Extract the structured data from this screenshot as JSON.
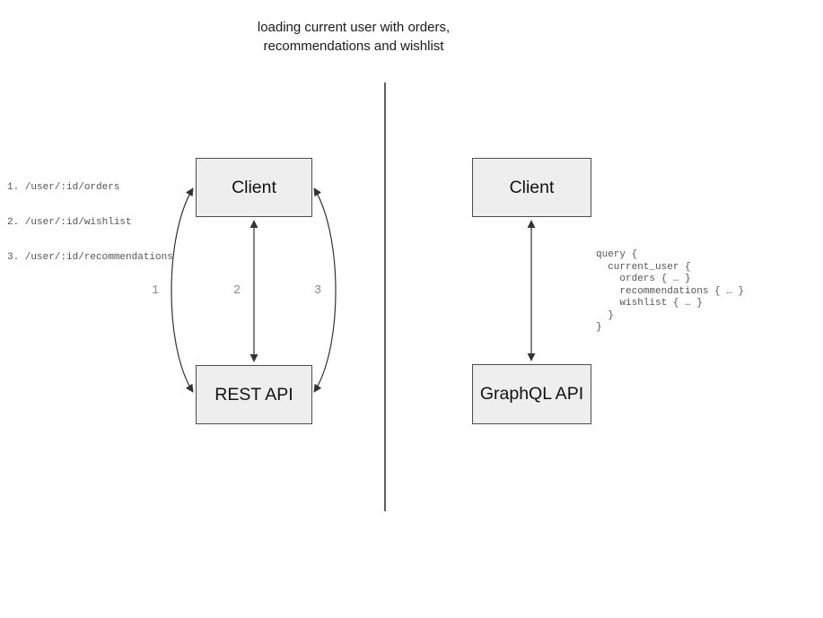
{
  "title": {
    "line1": "loading current user with orders,",
    "line2": "recommendations and wishlist"
  },
  "rest_panel": {
    "endpoints": [
      "1. /user/:id/orders",
      "2. /user/:id/wishlist",
      "3. /user/:id/recommendations"
    ],
    "client_label": "Client",
    "api_label": "REST API",
    "arrow_labels": [
      "1",
      "2",
      "3"
    ]
  },
  "graphql_panel": {
    "client_label": "Client",
    "api_label": "GraphQL API",
    "query_code": "query {\n  current_user {\n    orders { … }\n    recommendations { … }\n    wishlist { … }\n  }\n}"
  },
  "colors": {
    "box_fill": "#eeeeee",
    "box_border": "#4d4d4d",
    "arrow_line": "#333333",
    "arrow_label_text": "#888888",
    "code_text": "#555555",
    "title_text": "#1a1a1a",
    "background": "#ffffff"
  }
}
